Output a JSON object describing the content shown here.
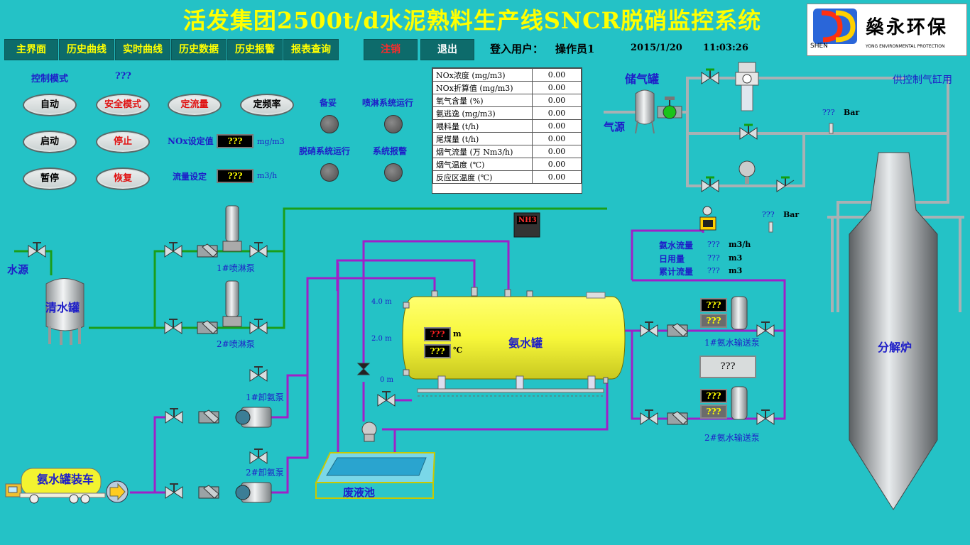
{
  "title": "活发集团2500t/d水泥熟料生产线SNCR脱硝监控系统",
  "logo": {
    "name": "燊永环保",
    "sub_left": "SHEN",
    "sub_right": "YONG ENVIRONMENTAL PROTECTION"
  },
  "nav": [
    "主界面",
    "历史曲线",
    "实时曲线",
    "历史数据",
    "历史报警",
    "报表查询"
  ],
  "nav_logout": "注销",
  "nav_exit": "退出",
  "login_label": "登入用户：",
  "login_user": "操作员1",
  "date": "2015/1/20",
  "time": "11:03:26",
  "control": {
    "mode_label": "控制模式",
    "mode_value": "???",
    "buttons": [
      "自动",
      "安全模式",
      "定流量",
      "定频率",
      "启动",
      "停止",
      "暂停",
      "恢复"
    ],
    "nox_label": "NOx设定值",
    "nox_value": "???",
    "nox_unit": "mg/m3",
    "flow_label": "流量设定",
    "flow_value": "???",
    "flow_unit": "m3/h"
  },
  "status": [
    "备妥",
    "喷淋系统运行",
    "脱硝系统运行",
    "系统报警"
  ],
  "params": [
    {
      "name": "NOx浓度 (mg/m3)",
      "value": "0.00"
    },
    {
      "name": "NOx折算值 (mg/m3)",
      "value": "0.00"
    },
    {
      "name": "氧气含量 (%)",
      "value": "0.00"
    },
    {
      "name": "氨逃逸 (mg/m3)",
      "value": "0.00"
    },
    {
      "name": "喂料量 (t/h)",
      "value": "0.00"
    },
    {
      "name": "尾煤量 (t/h)",
      "value": "0.00"
    },
    {
      "name": "烟气流量 (万 Nm3/h)",
      "value": "0.00"
    },
    {
      "name": "烟气温度 (℃)",
      "value": "0.00"
    },
    {
      "name": "反应区温度 (℃)",
      "value": "0.00"
    }
  ],
  "labels": {
    "gas_tank": "储气罐",
    "gas_source": "气源",
    "supply": "供控制气缸用",
    "pressure1": "???",
    "pressure1_unit": "Bar",
    "pressure2": "???",
    "pressure2_unit": "Bar",
    "water_source": "水源",
    "clean_tank": "清水罐",
    "spray_pump1": "1#喷淋泵",
    "spray_pump2": "2#喷淋泵",
    "nh3": "NH3",
    "ammonia_tank": "氨水罐",
    "level_value": "???",
    "level_unit": "m",
    "temp_value": "???",
    "temp_unit": "℃",
    "scale_top": "4.0 m",
    "scale_mid": "2.0 m",
    "scale_bot": "0 m",
    "unload_pump1": "1#卸氨泵",
    "unload_pump2": "2#卸氨泵",
    "truck": "氨水罐装车",
    "waste_pool": "废液池",
    "ammonia_flow_label": "氨水流量",
    "ammonia_flow_value": "???",
    "ammonia_flow_unit": "m3/h",
    "daily_label": "日用量",
    "daily_value": "???",
    "daily_unit": "m3",
    "total_label": "累计流量",
    "total_value": "???",
    "total_unit": "m3",
    "pump1_disp_a": "???",
    "pump1_disp_b": "???",
    "pump1_name": "1#氨水输送泵",
    "pump2_disp_a": "???",
    "pump2_disp_b": "???",
    "pump2_name": "2#氨水输送泵",
    "mid_display": "???",
    "decomposer": "分解炉"
  }
}
